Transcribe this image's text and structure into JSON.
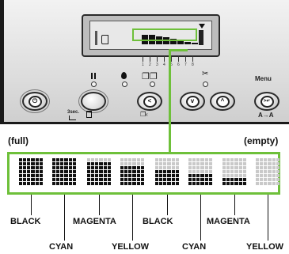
{
  "panel": {
    "lcd_slot_numbers": [
      "1",
      "2",
      "3",
      "4",
      "5",
      "6",
      "7",
      "8"
    ],
    "pause_icon": "pause-icon",
    "ink_icon": "ink-drop-icon",
    "paper_icon": "paper-feed-icon",
    "cut_icon": "cutter-icon",
    "menu_label": "Menu",
    "power_icon": "power-icon",
    "hold_label": "3sec.",
    "left_arrow": "<",
    "down_arrow": "v",
    "up_arrow": "^",
    "enter_symbol": ">↵",
    "aa_label": "A→A"
  },
  "legend": {
    "full_label": "(full)",
    "empty_label": "(empty)",
    "cartridges": [
      {
        "name": "BLACK",
        "level": 1.0
      },
      {
        "name": "CYAN",
        "level": 1.0
      },
      {
        "name": "MAGENTA",
        "level": 0.86
      },
      {
        "name": "YELLOW",
        "level": 0.71
      },
      {
        "name": "BLACK",
        "level": 0.57
      },
      {
        "name": "CYAN",
        "level": 0.43
      },
      {
        "name": "MAGENTA",
        "level": 0.29
      },
      {
        "name": "YELLOW",
        "level": 0.0
      }
    ]
  },
  "colors": {
    "highlight": "#6ec03a",
    "panel_border": "#1a1a1a"
  }
}
